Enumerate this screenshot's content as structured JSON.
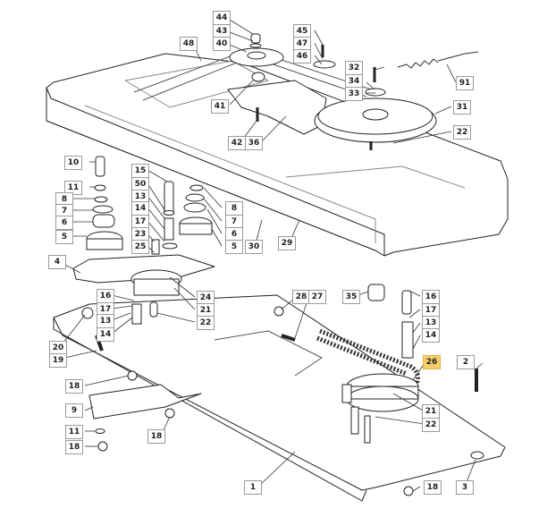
{
  "diagram": {
    "title": "Exploded parts diagram — deck transmission assembly",
    "highlight_color": "#f7cf6a",
    "highlighted_part": "26",
    "labels": [
      {
        "id": "44",
        "text": "44"
      },
      {
        "id": "43",
        "text": "43"
      },
      {
        "id": "40",
        "text": "40"
      },
      {
        "id": "48",
        "text": "48"
      },
      {
        "id": "45",
        "text": "45"
      },
      {
        "id": "47",
        "text": "47"
      },
      {
        "id": "46",
        "text": "46"
      },
      {
        "id": "32",
        "text": "32"
      },
      {
        "id": "34",
        "text": "34"
      },
      {
        "id": "33",
        "text": "33"
      },
      {
        "id": "91",
        "text": "91"
      },
      {
        "id": "41",
        "text": "41"
      },
      {
        "id": "31",
        "text": "31"
      },
      {
        "id": "42",
        "text": "42"
      },
      {
        "id": "36",
        "text": "36"
      },
      {
        "id": "22a",
        "text": "22"
      },
      {
        "id": "10",
        "text": "10"
      },
      {
        "id": "11a",
        "text": "11"
      },
      {
        "id": "8a",
        "text": "8"
      },
      {
        "id": "7a",
        "text": "7"
      },
      {
        "id": "6a",
        "text": "6"
      },
      {
        "id": "5a",
        "text": "5"
      },
      {
        "id": "15",
        "text": "15"
      },
      {
        "id": "50",
        "text": "50"
      },
      {
        "id": "13a",
        "text": "13"
      },
      {
        "id": "14a",
        "text": "14"
      },
      {
        "id": "17a",
        "text": "17"
      },
      {
        "id": "23",
        "text": "23"
      },
      {
        "id": "25",
        "text": "25"
      },
      {
        "id": "8b",
        "text": "8"
      },
      {
        "id": "7b",
        "text": "7"
      },
      {
        "id": "6b",
        "text": "6"
      },
      {
        "id": "5b",
        "text": "5"
      },
      {
        "id": "30",
        "text": "30"
      },
      {
        "id": "29",
        "text": "29"
      },
      {
        "id": "4",
        "text": "4"
      },
      {
        "id": "16a",
        "text": "16"
      },
      {
        "id": "17b",
        "text": "17"
      },
      {
        "id": "13b",
        "text": "13"
      },
      {
        "id": "14b",
        "text": "14"
      },
      {
        "id": "24",
        "text": "24"
      },
      {
        "id": "21a",
        "text": "21"
      },
      {
        "id": "22b",
        "text": "22"
      },
      {
        "id": "20",
        "text": "20"
      },
      {
        "id": "19",
        "text": "19"
      },
      {
        "id": "28",
        "text": "28"
      },
      {
        "id": "27",
        "text": "27"
      },
      {
        "id": "35",
        "text": "35"
      },
      {
        "id": "16b",
        "text": "16"
      },
      {
        "id": "17c",
        "text": "17"
      },
      {
        "id": "13c",
        "text": "13"
      },
      {
        "id": "14c",
        "text": "14"
      },
      {
        "id": "26",
        "text": "26"
      },
      {
        "id": "2",
        "text": "2"
      },
      {
        "id": "21b",
        "text": "21"
      },
      {
        "id": "22c",
        "text": "22"
      },
      {
        "id": "18a",
        "text": "18"
      },
      {
        "id": "9",
        "text": "9"
      },
      {
        "id": "11b",
        "text": "11"
      },
      {
        "id": "18b",
        "text": "18"
      },
      {
        "id": "18c",
        "text": "18"
      },
      {
        "id": "1",
        "text": "1"
      },
      {
        "id": "18d",
        "text": "18"
      },
      {
        "id": "3",
        "text": "3"
      }
    ]
  }
}
